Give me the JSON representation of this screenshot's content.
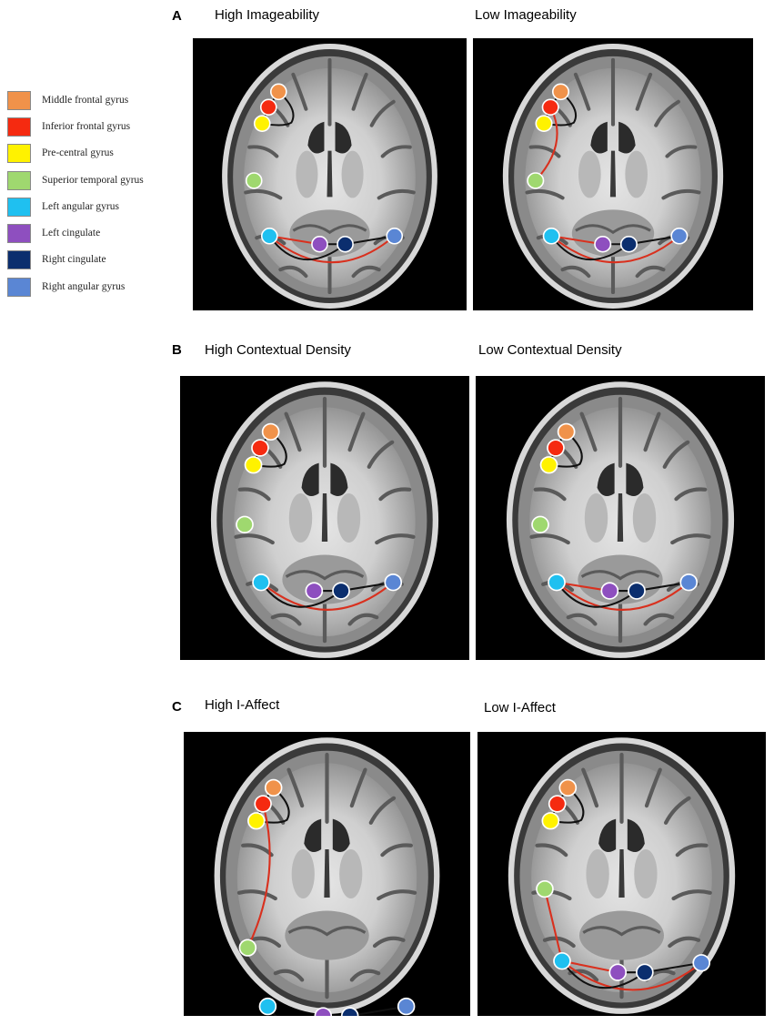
{
  "legend": [
    {
      "key": "mfg",
      "label": "Middle frontal gyrus",
      "color": "#F0924A"
    },
    {
      "key": "ifg",
      "label": "Inferior frontal gyrus",
      "color": "#F52A10"
    },
    {
      "key": "pcg",
      "label": "Pre-central gyrus",
      "color": "#FFF200"
    },
    {
      "key": "stg",
      "label": "Superior temporal gyrus",
      "color": "#9FD86F"
    },
    {
      "key": "lang",
      "label": "Left angular gyrus",
      "color": "#1FC0F0"
    },
    {
      "key": "lcin",
      "label": "Left cingulate",
      "color": "#8E4FBF"
    },
    {
      "key": "rcin",
      "label": "Right cingulate",
      "color": "#0B2E6E"
    },
    {
      "key": "rang",
      "label": "Right angular gyrus",
      "color": "#5A86D4"
    }
  ],
  "line_colors": {
    "black": "#111111",
    "red": "#D9301E"
  },
  "panels": [
    {
      "letter": "A",
      "titles": [
        "High Imageability",
        "Low Imageability"
      ]
    },
    {
      "letter": "B",
      "titles": [
        "High Contextual Density",
        "Low Contextual Density"
      ]
    },
    {
      "letter": "C",
      "titles": [
        "High I-Affect",
        "Low I-Affect"
      ]
    }
  ]
}
